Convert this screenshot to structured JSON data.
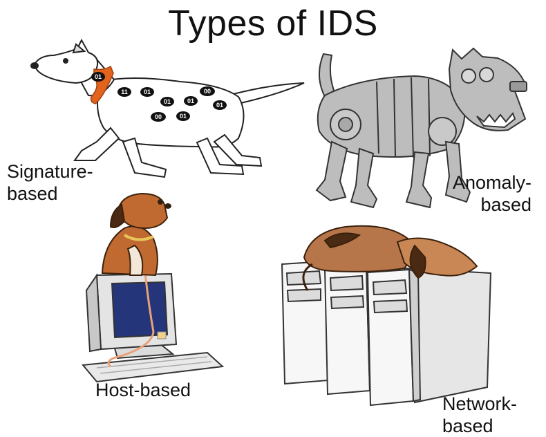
{
  "title": "Types of IDS",
  "labels": {
    "signature_line1": "Signature-",
    "signature_line2": "based",
    "anomaly_line1": "Anomaly-",
    "anomaly_line2": "based",
    "host": "Host-based",
    "network_line1": "Network-",
    "network_line2": "based"
  },
  "signature_dog_bits": [
    "01",
    "11",
    "01",
    "01",
    "01",
    "00",
    "01",
    "00",
    "01"
  ],
  "colors": {
    "collar": "#e2631e",
    "dog_brown": "#c06a32",
    "dog_dark": "#4a2a12",
    "robot": "#b9b9b9",
    "screen": "#24357a",
    "cable": "#e8a27a"
  }
}
